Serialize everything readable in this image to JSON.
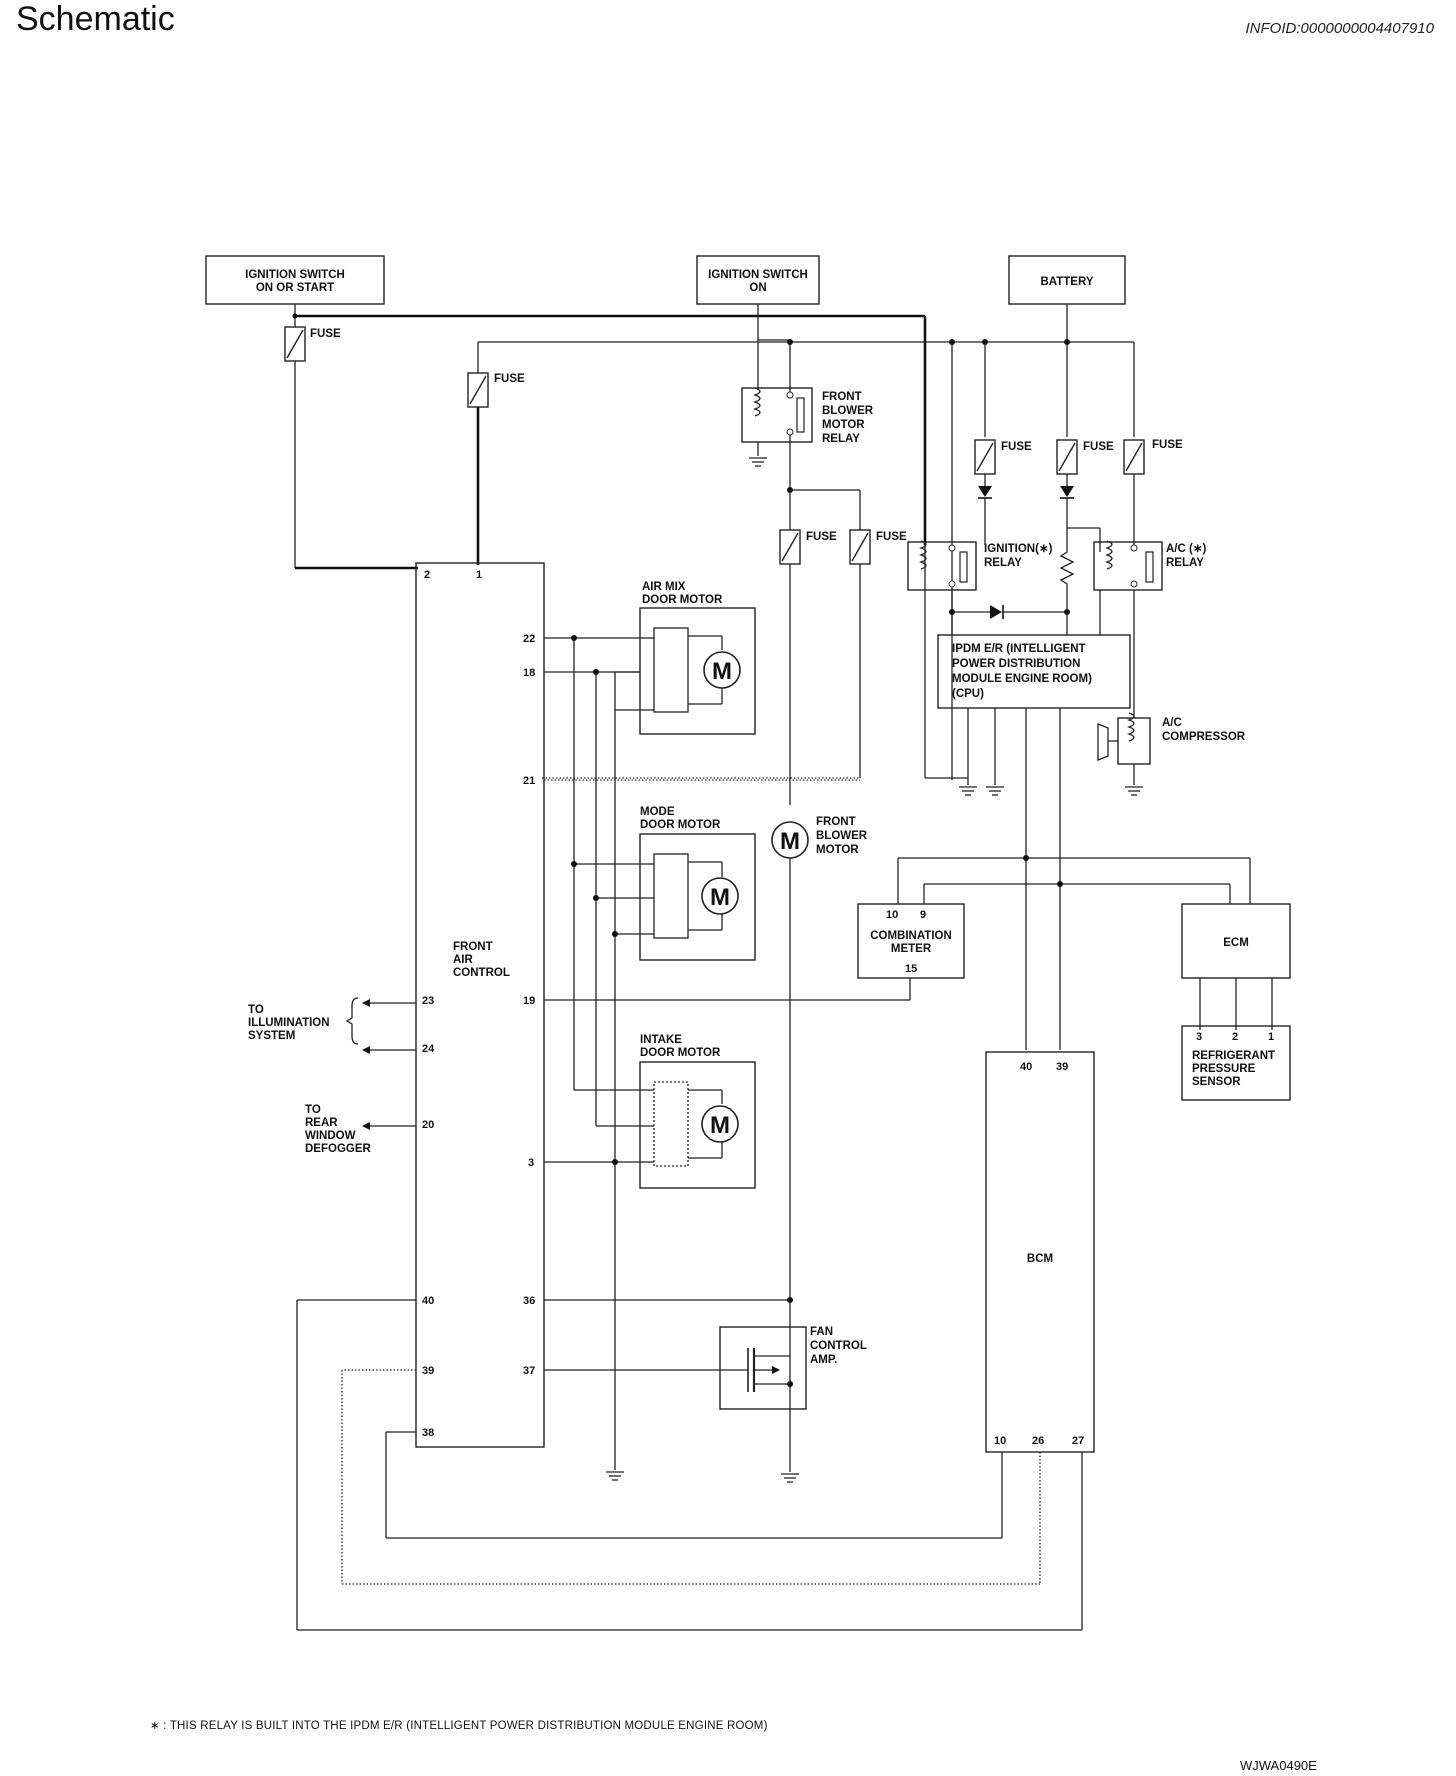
{
  "header": {
    "title": "Schematic",
    "info_id": "INFOID:0000000004407910"
  },
  "components": {
    "ign_start": [
      "IGNITION SWITCH",
      "ON OR START"
    ],
    "ign_on": [
      "IGNITION SWITCH",
      "ON"
    ],
    "battery": "BATTERY",
    "fuse": "FUSE",
    "blower_relay": [
      "FRONT",
      "BLOWER",
      "MOTOR",
      "RELAY"
    ],
    "ign_relay": [
      "IGNITION(∗)",
      "RELAY"
    ],
    "ac_relay": [
      "A/C (∗)",
      "RELAY"
    ],
    "ipdm": [
      "IPDM E/R (INTELLIGENT",
      "POWER DISTRIBUTION",
      "MODULE ENGINE ROOM)",
      "(CPU)"
    ],
    "ac_compressor": [
      "A/C",
      "COMPRESSOR"
    ],
    "air_mix_motor": [
      "AIR MIX",
      "DOOR MOTOR"
    ],
    "mode_motor": [
      "MODE",
      "DOOR MOTOR"
    ],
    "intake_motor": [
      "INTAKE",
      "DOOR MOTOR"
    ],
    "blower_motor": [
      "FRONT",
      "BLOWER",
      "MOTOR"
    ],
    "fan_amp": [
      "FAN",
      "CONTROL",
      "AMP."
    ],
    "front_air_control": [
      "FRONT",
      "AIR",
      "CONTROL"
    ],
    "combination_meter": [
      "COMBINATION",
      "METER"
    ],
    "ecm": "ECM",
    "refrigerant_sensor": [
      "REFRIGERANT",
      "PRESSURE",
      "SENSOR"
    ],
    "bcm": "BCM",
    "to_illumination": [
      "TO",
      "ILLUMINATION",
      "SYSTEM"
    ],
    "to_defogger": [
      "TO",
      "REAR",
      "WINDOW",
      "DEFOGGER"
    ],
    "motor_symbol": "M"
  },
  "pins": {
    "fac_top": [
      "2",
      "1"
    ],
    "fac_right": [
      "22",
      "18",
      "21",
      "19",
      "3",
      "36",
      "37"
    ],
    "fac_left": [
      "23",
      "24",
      "20",
      "40",
      "39",
      "38"
    ],
    "meter_top": [
      "10",
      "9"
    ],
    "meter_bottom": "15",
    "sensor": [
      "3",
      "2",
      "1"
    ],
    "bcm_top": [
      "40",
      "39"
    ],
    "bcm_bottom": [
      "10",
      "26",
      "27"
    ]
  },
  "footer": {
    "note": "∗ : THIS RELAY IS BUILT INTO THE IPDM E/R (INTELLIGENT POWER DISTRIBUTION MODULE ENGINE ROOM)",
    "code": "WJWA0490E"
  }
}
